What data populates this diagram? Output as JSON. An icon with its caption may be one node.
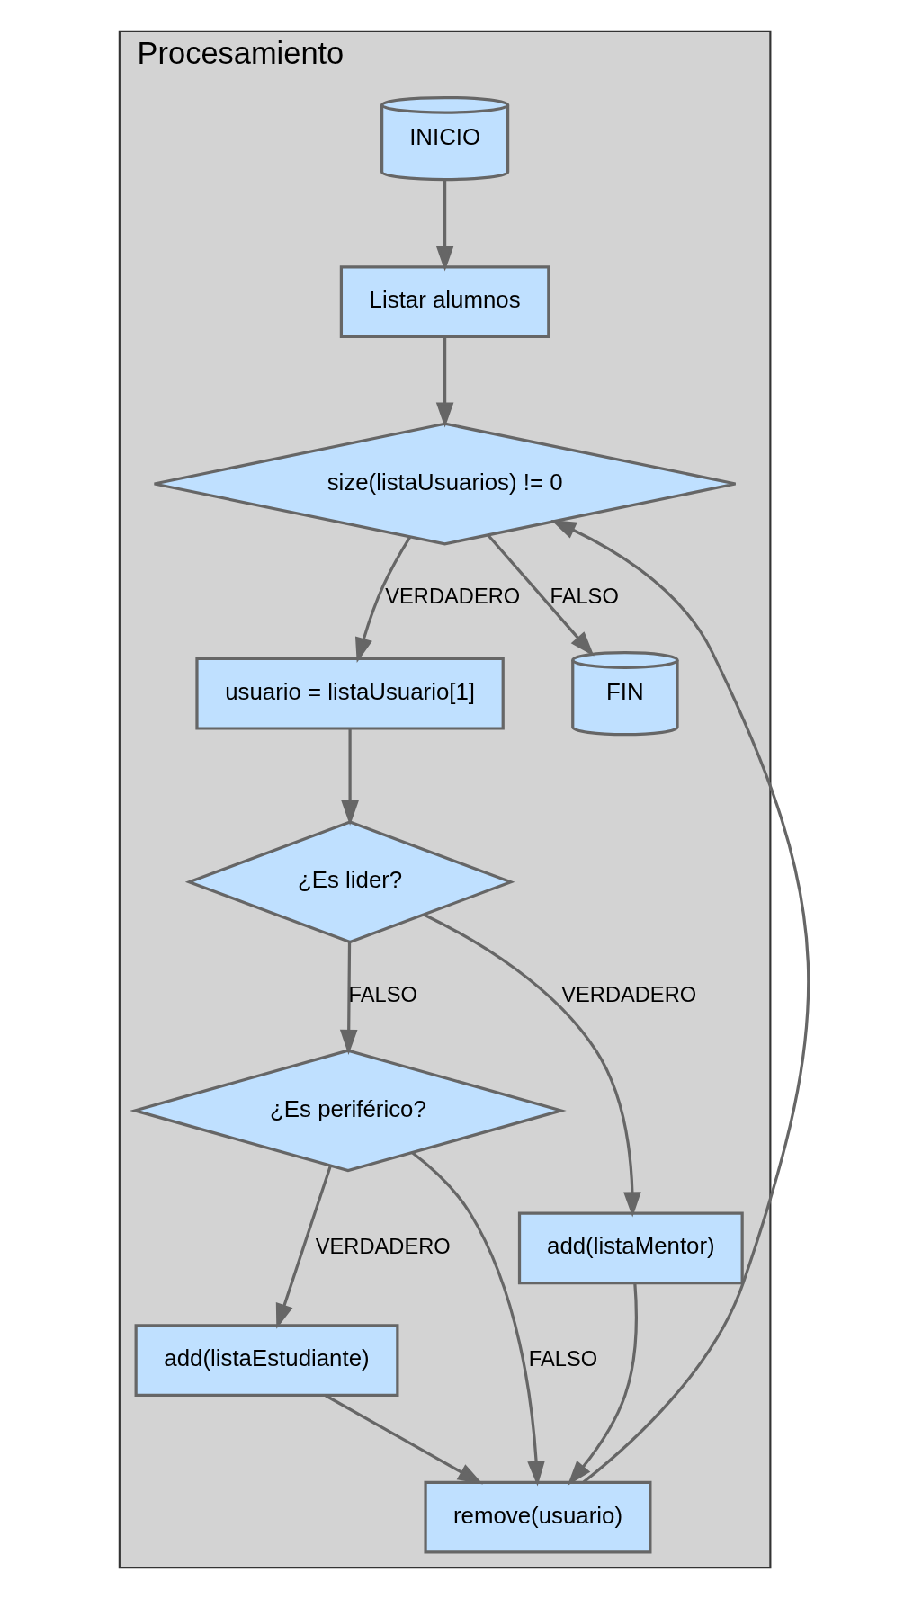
{
  "diagram": {
    "nodes": [
      {
        "text": [
          "Procesamiento"
        ]
      },
      {
        "text": [
          "INICIO"
        ],
        "in": 0
      },
      {
        "text": [
          "Listar alumnos"
        ],
        "in": 0
      },
      {
        "text": [
          "size(listaUsuarios) != 0"
        ],
        "in": 0
      },
      {
        "text": [
          "usuario = listaUsuario[1]"
        ],
        "in": 0
      },
      {
        "text": [
          "FIN"
        ],
        "in": 0
      },
      {
        "text": [
          "¿Es lider?"
        ],
        "in": 0
      },
      {
        "text": [
          "¿Es periférico?"
        ],
        "in": 0
      },
      {
        "text": [
          "add(listaMentor)"
        ],
        "in": 0
      },
      {
        "text": [
          "add(listaEstudiante)"
        ],
        "in": 0
      },
      {
        "text": [
          "remove(usuario)"
        ],
        "in": 0
      }
    ],
    "edges": [
      {
        "from": 1,
        "to": 2,
        "arrow": "to"
      },
      {
        "from": 2,
        "to": 3,
        "arrow": "to"
      },
      {
        "from": 3,
        "to": 4,
        "label": "VERDADERO",
        "arrow": "to"
      },
      {
        "from": 3,
        "to": 5,
        "label": "FALSO",
        "arrow": "to"
      },
      {
        "from": 4,
        "to": 6,
        "arrow": "to"
      },
      {
        "from": 6,
        "to": 8,
        "label": "VERDADERO",
        "arrow": "to"
      },
      {
        "from": 6,
        "to": 7,
        "label": "FALSO",
        "arrow": "to"
      },
      {
        "from": 7,
        "to": 9,
        "label": "VERDADERO",
        "arrow": "to"
      },
      {
        "from": 7,
        "to": 10,
        "label": "FALSO",
        "arrow": "to"
      },
      {
        "from": 8,
        "to": 10,
        "arrow": "to"
      },
      {
        "from": 9,
        "to": 10,
        "arrow": "to"
      },
      {
        "from": 10,
        "to": 3,
        "arrow": "to"
      }
    ]
  }
}
